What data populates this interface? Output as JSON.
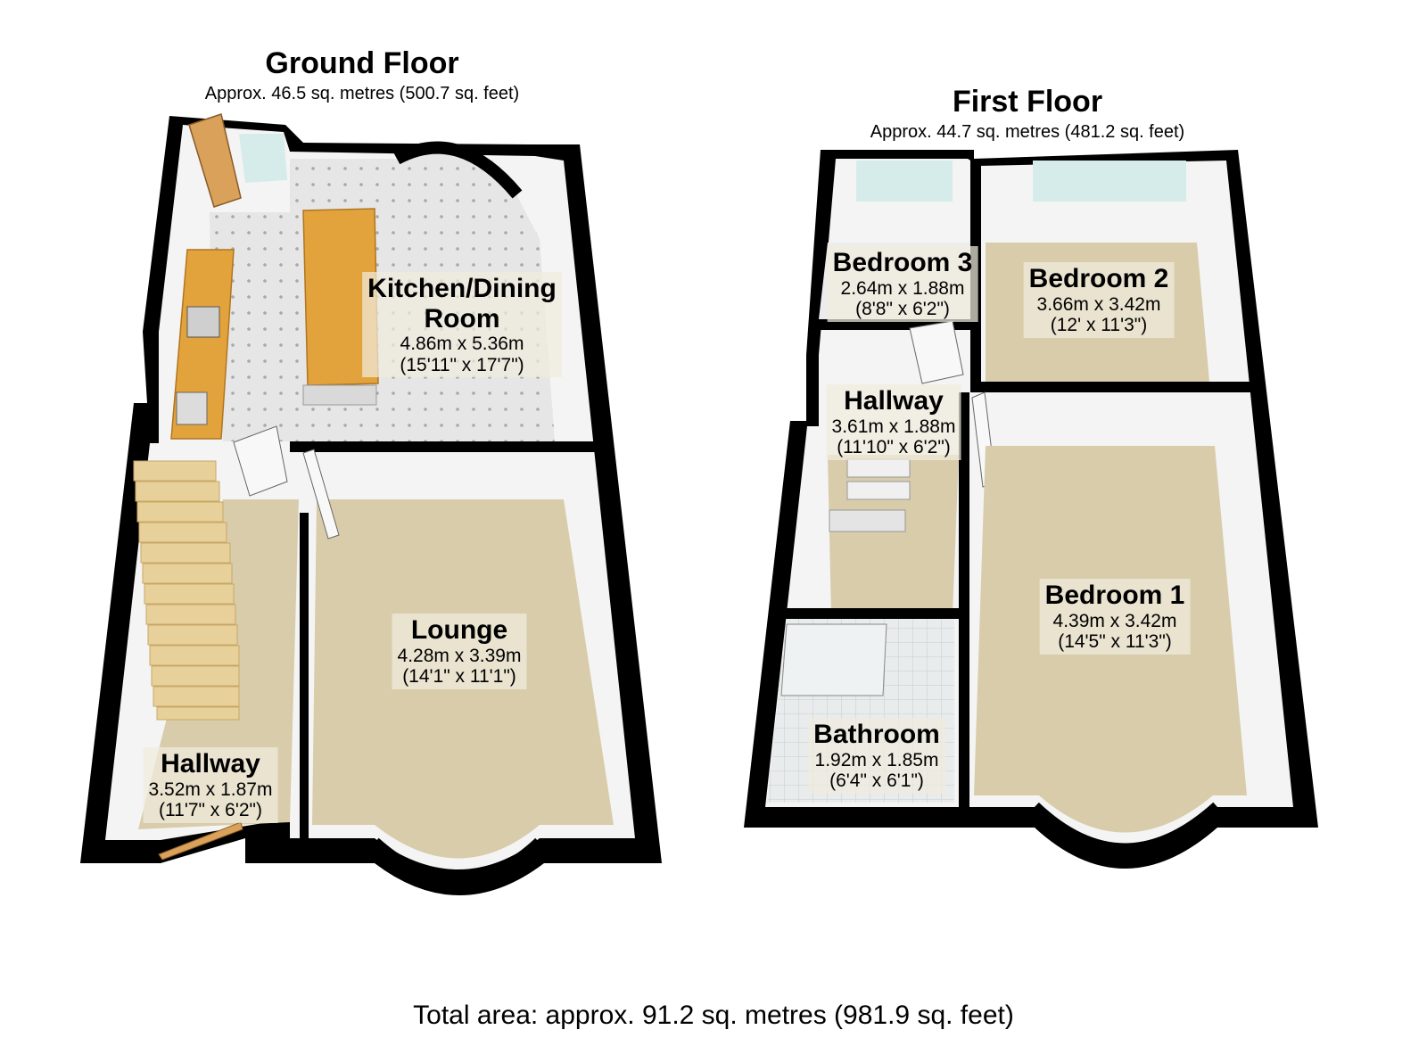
{
  "floors": [
    {
      "id": "ground",
      "title": "Ground Floor",
      "area": "Approx. 46.5 sq. metres (500.7 sq. feet)",
      "rooms": [
        {
          "id": "kitchen-dining",
          "name": "Kitchen/Dining Room",
          "name_lines": [
            "Kitchen/Dining",
            "Room"
          ],
          "metric": "4.86m x 5.36m",
          "imperial": "(15'11\" x 17'7\")"
        },
        {
          "id": "lounge",
          "name": "Lounge",
          "name_lines": [
            "Lounge"
          ],
          "metric": "4.28m x 3.39m",
          "imperial": "(14'1\" x 11'1\")"
        },
        {
          "id": "hallway-ground",
          "name": "Hallway",
          "name_lines": [
            "Hallway"
          ],
          "metric": "3.52m x 1.87m",
          "imperial": "(11'7\" x 6'2\")"
        }
      ]
    },
    {
      "id": "first",
      "title": "First Floor",
      "area": "Approx. 44.7 sq. metres (481.2 sq. feet)",
      "rooms": [
        {
          "id": "bedroom-3",
          "name": "Bedroom 3",
          "name_lines": [
            "Bedroom 3"
          ],
          "metric": "2.64m x 1.88m",
          "imperial": "(8'8\" x 6'2\")"
        },
        {
          "id": "bedroom-2",
          "name": "Bedroom 2",
          "name_lines": [
            "Bedroom 2"
          ],
          "metric": "3.66m x 3.42m",
          "imperial": "(12' x 11'3\")"
        },
        {
          "id": "hallway-first",
          "name": "Hallway",
          "name_lines": [
            "Hallway"
          ],
          "metric": "3.61m x 1.88m",
          "imperial": "(11'10\" x 6'2\")"
        },
        {
          "id": "bedroom-1",
          "name": "Bedroom 1",
          "name_lines": [
            "Bedroom 1"
          ],
          "metric": "4.39m x 3.42m",
          "imperial": "(14'5\" x 11'3\")"
        },
        {
          "id": "bathroom",
          "name": "Bathroom",
          "name_lines": [
            "Bathroom"
          ],
          "metric": "1.92m x 1.85m",
          "imperial": "(6'4\" x 6'1\")"
        }
      ]
    }
  ],
  "total_area": "Total area: approx. 91.2 sq. metres (981.9 sq. feet)",
  "colors": {
    "wall": "#000000",
    "wall_face": "#f4f4f4",
    "carpet": "#d8ccaa",
    "kitchen_floor": "#e6e6e6",
    "worktop": "#e3a33c",
    "door": "#d9a15a",
    "window": "#d6ecea"
  }
}
